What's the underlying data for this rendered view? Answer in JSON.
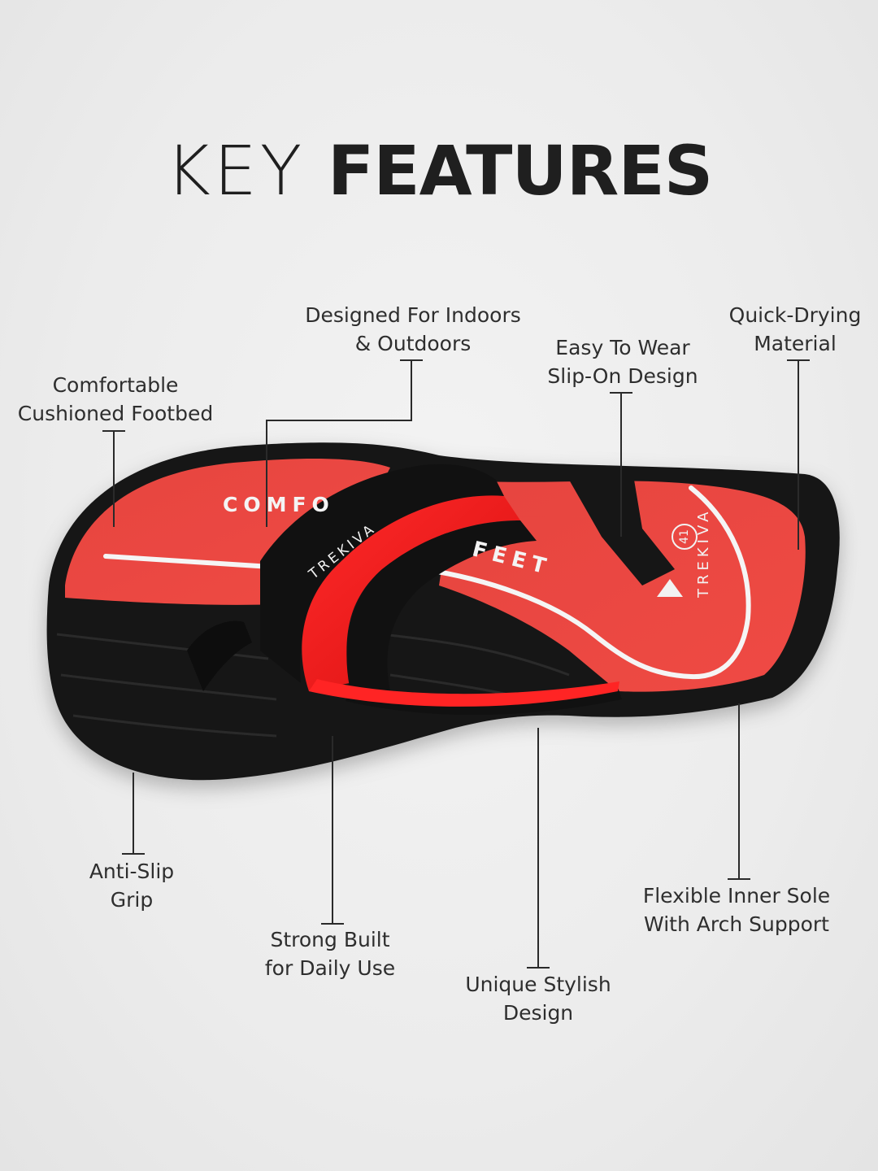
{
  "title": {
    "light": "KEY",
    "bold": "FEATURES"
  },
  "product": {
    "brand_text": "TREKIVA",
    "size_text": "41",
    "slogan_left": "COMFO",
    "slogan_right": "FEET"
  },
  "features": [
    {
      "id": "comfortable",
      "line1": "Comfortable",
      "line2": "Cushioned Footbed"
    },
    {
      "id": "indoors",
      "line1": "Designed For Indoors",
      "line2": "& Outdoors"
    },
    {
      "id": "easy",
      "line1": "Easy To Wear",
      "line2": "Slip-On Design"
    },
    {
      "id": "quick",
      "line1": "Quick-Drying",
      "line2": "Material"
    },
    {
      "id": "antislip",
      "line1": "Anti-Slip",
      "line2": "Grip"
    },
    {
      "id": "strong",
      "line1": "Strong Built",
      "line2": "for Daily Use"
    },
    {
      "id": "unique",
      "line1": "Unique Stylish",
      "line2": "Design"
    },
    {
      "id": "flexible",
      "line1": "Flexible Inner Sole",
      "line2": "With Arch Support"
    }
  ],
  "colors": {
    "accent_red": "#e8403c",
    "strap_red": "#ff1f1f",
    "sole_black": "#151515",
    "line": "#2a2a2a"
  }
}
